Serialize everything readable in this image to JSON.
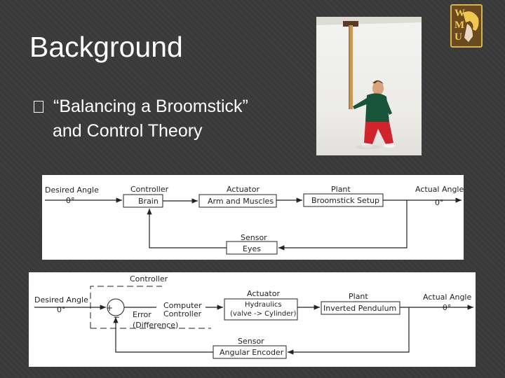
{
  "slide": {
    "title": "Background",
    "bullet_text_line1": "“Balancing a Broomstick”",
    "bullet_text_line2": "and Control Theory"
  },
  "logo": {
    "letters": [
      "W",
      "M",
      "U"
    ]
  },
  "colors": {
    "background": "#3a3a3a",
    "text": "#ffffff",
    "diagram_bg": "#ffffff",
    "logo_bg": "#6b4a1f",
    "logo_accent": "#f0c850"
  },
  "diagram1": {
    "input_label": "Desired Angle",
    "input_value": "0°",
    "controller_label": "Controller",
    "controller_box": "Brain",
    "actuator_label": "Actuator",
    "actuator_box": "Arm and Muscles",
    "plant_label": "Plant",
    "plant_box": "Broomstick Setup",
    "output_label": "Actual Angle",
    "output_value": "0°",
    "sensor_label": "Sensor",
    "sensor_box": "Eyes"
  },
  "diagram2": {
    "controller_group_label": "Controller",
    "input_label": "Desired Angle",
    "input_value": "0°",
    "sum_plus": "+",
    "sum_minus": "−",
    "error_label_1": "Error",
    "error_label_2": "(Difference)",
    "computer_label_1": "Computer",
    "computer_label_2": "Controller",
    "actuator_label": "Actuator",
    "actuator_box_1": "Hydraulics",
    "actuator_box_2": "(valve -> Cylinder)",
    "plant_label": "Plant",
    "plant_box": "Inverted Pendulum",
    "output_label": "Actual Angle",
    "output_value": "θ°",
    "sensor_label": "Sensor",
    "sensor_box": "Angular Encoder"
  }
}
